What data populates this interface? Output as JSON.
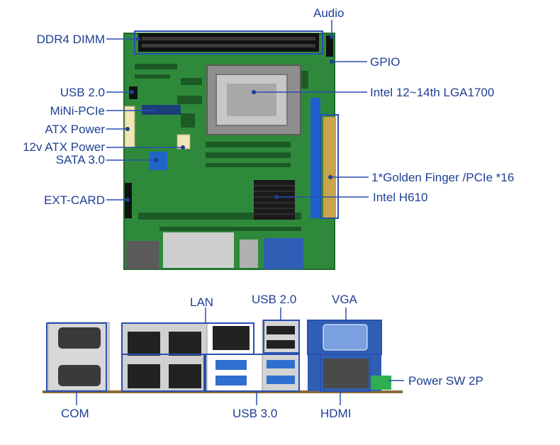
{
  "board_labels": {
    "ddr4": "DDR4 DIMM",
    "audio": "Audio",
    "gpio": "GPIO",
    "usb20": "USB 2.0",
    "cpu": "Intel 12~14th LGA1700",
    "minipcie": "MiNi-PCIe",
    "atx": "ATX Power",
    "atx12": "12v ATX Power",
    "sata": "SATA 3.0",
    "pcie": "1*Golden Finger /PCIe *16",
    "h610": "Intel H610",
    "extcard": "EXT-CARD"
  },
  "io_labels": {
    "lan": "LAN",
    "usb20": "USB 2.0",
    "vga": "VGA",
    "power_sw": "Power SW 2P",
    "com": "COM",
    "usb30": "USB 3.0",
    "hdmi": "HDMI"
  },
  "colors": {
    "label": "#1f3f93",
    "pcb": "#2e8a3a",
    "pcb_dark": "#1d6a2a",
    "callout_box": "#2a4fb0",
    "vga_blue": "#2f5fb4",
    "usb3_blue": "#2f6fd0",
    "bar": "#8a6a3a"
  }
}
